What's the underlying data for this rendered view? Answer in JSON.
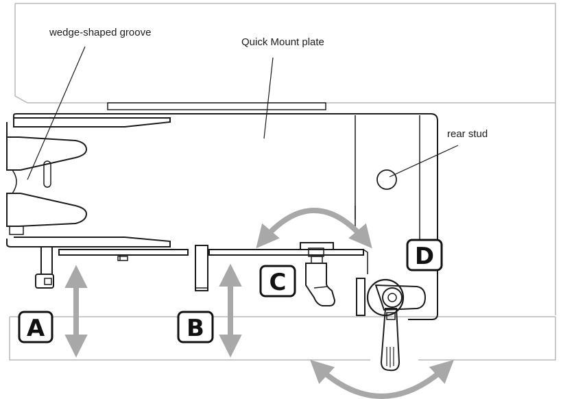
{
  "callouts": {
    "groove": "wedge-shaped groove",
    "plate": "Quick Mount plate",
    "stud": "rear stud"
  },
  "letters": {
    "a": "A",
    "b": "B",
    "c": "C",
    "d": "D"
  },
  "colors": {
    "arrow": "#a8a8a8",
    "line": "#1a1a1a",
    "background_frame": "#b9b9b9"
  }
}
